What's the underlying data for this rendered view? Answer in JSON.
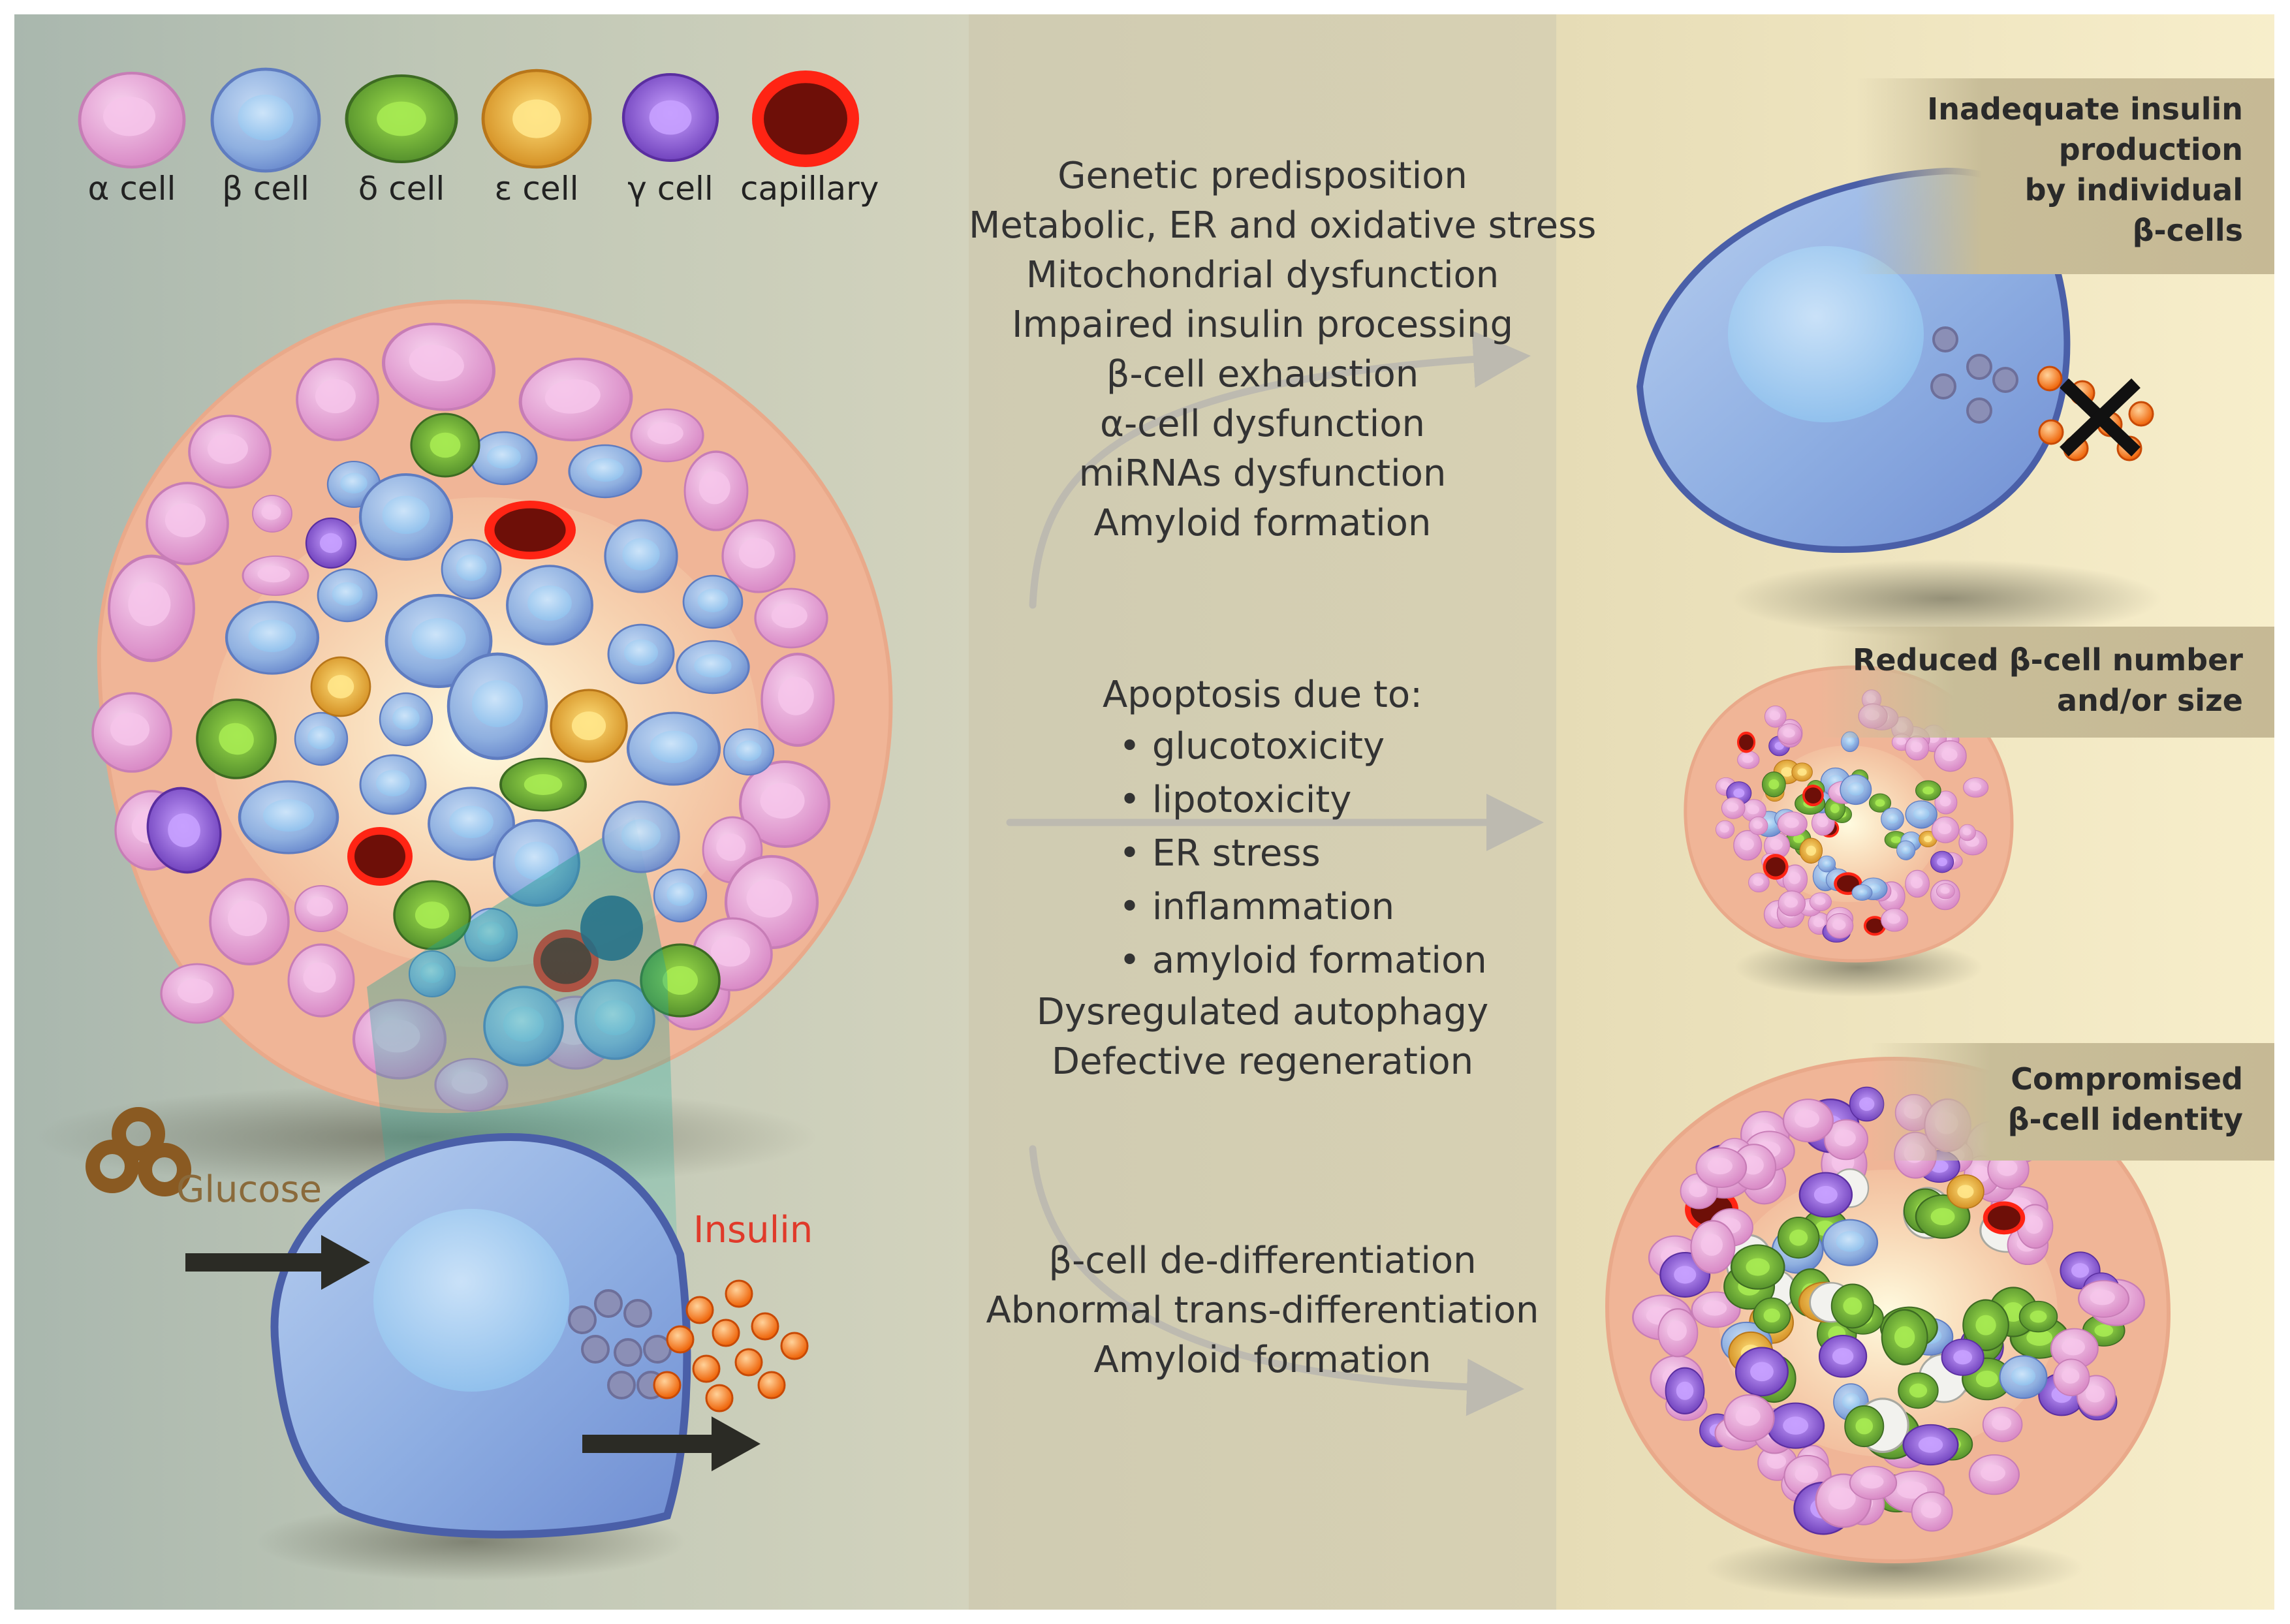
{
  "legend": {
    "items": [
      {
        "label": "α cell",
        "fill": "#e8a7d7",
        "nucleus": "#f4c6e8"
      },
      {
        "label": "β cell",
        "fill": "#8fb3e2",
        "nucleus": "#b6d3f0"
      },
      {
        "label": "δ cell",
        "fill": "#6aa33a",
        "nucleus": "#8dd34a"
      },
      {
        "label": "ε cell",
        "fill": "#e6a328",
        "nucleus": "#f7cf55"
      },
      {
        "label": "γ cell",
        "fill": "#8a5bd1",
        "nucleus": "#b58bf2"
      },
      {
        "label": "capillary",
        "fill": "#6b0f0a",
        "nucleus": "#ff2a1a"
      }
    ]
  },
  "left": {
    "glucose_label": "Glucose",
    "insulin_label": "Insulin"
  },
  "middle": {
    "top_causes": [
      "Genetic predisposition",
      "Metabolic, ER and oxidative stress",
      "Mitochondrial dysfunction",
      "Impaired insulin processing",
      "β-cell exhaustion",
      "α-cell dysfunction",
      "miRNAs dysfunction",
      "Amyloid formation"
    ],
    "apoptosis_heading": "Apoptosis due to:",
    "apoptosis_items": [
      "• glucotoxicity",
      "• lipotoxicity",
      "• ER stress",
      "• inflammation",
      "• amyloid formation"
    ],
    "apoptosis_tail": [
      "Dysregulated autophagy",
      "Defective regeneration"
    ],
    "identity_causes": [
      "β-cell de-differentiation",
      "Abnormal trans-differentiation",
      "Amyloid formation"
    ]
  },
  "right": {
    "outcome_1": [
      "Inadequate insulin",
      "production",
      "by individual",
      "β-cells"
    ],
    "outcome_2": [
      "Reduced β-cell number",
      "and/or size"
    ],
    "outcome_3": [
      "Compromised",
      "β-cell identity"
    ]
  },
  "colors": {
    "islet_halo": "#f2b89a",
    "beta_cell_border": "#4a5fa8",
    "arrow_dark": "#2b2b25",
    "arrow_light": "#bdbab0",
    "insulin_granule": "#f57c1f",
    "glucose_ring": "#8a5a22"
  }
}
